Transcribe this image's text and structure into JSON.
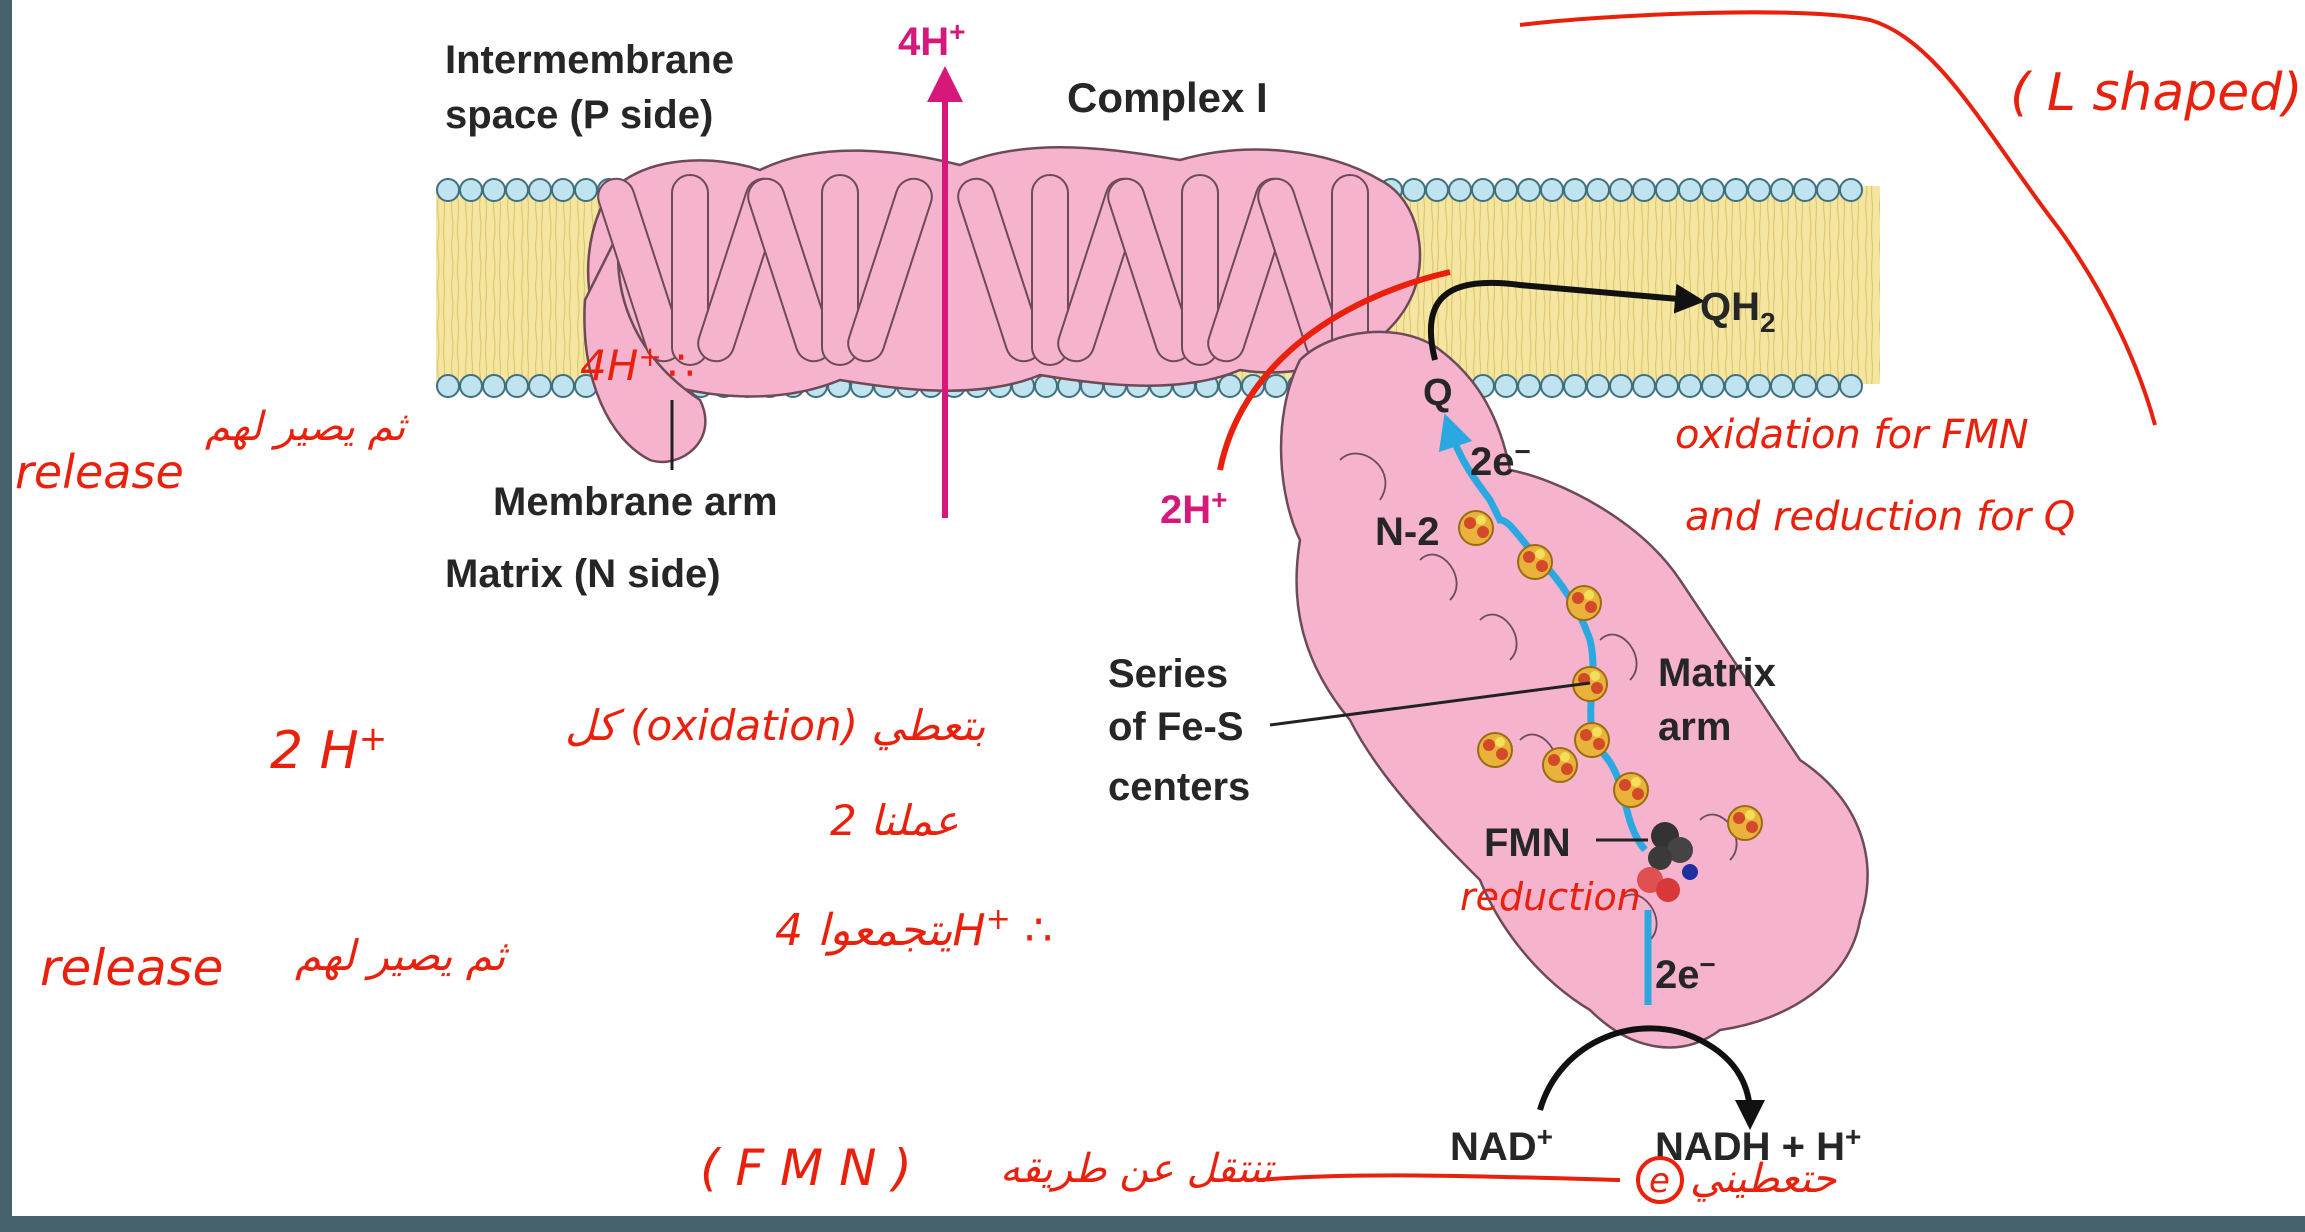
{
  "diagram": {
    "title": "Complex I",
    "intermembrane": "Intermembrane",
    "space": "space (P side)",
    "proton_top": "4H",
    "proton_top_sup": "+",
    "membrane_arm": "Membrane arm",
    "matrix_side": "Matrix (N side)",
    "q": "Q",
    "qh2": "QH",
    "qh2_sub": "2",
    "two_h": "2H",
    "two_h_sup": "+",
    "two_e_upper": "2e",
    "two_e_upper_sup": "−",
    "n2": "N-2",
    "series": "Series",
    "of_fes": "of Fe-S",
    "centers": "centers",
    "matrix": "Matrix",
    "arm": "arm",
    "fmn": "FMN",
    "two_e_lower": "2e",
    "two_e_lower_sup": "−",
    "nad": "NAD",
    "nad_sup": "+",
    "nadh": "NADH + H",
    "nadh_sup": "+"
  },
  "annotations": {
    "l_shaped": "( L shaped)",
    "release_top": "release",
    "arabic_top": "ثم يصير لهم",
    "four_h_top": "4H",
    "four_h_top_sup": "+",
    "therefore_top": "∴",
    "oxidation_fmn": "oxidation for FMN",
    "reduction_q": "and reduction for Q",
    "two_h_left": "2 H",
    "two_h_left_sup": "+",
    "arabic_oxidation": "كل (oxidation) بتعطي",
    "arabic_amalna": "عملنا 2",
    "release_bottom": "release",
    "arabic_bottom": "ثم يصير لهم",
    "four_h_bottom": "يتجمعوا 4H",
    "four_h_bottom_sup": "+",
    "therefore_bottom": "∴",
    "reduction": "reduction",
    "fmn_bracket": "( F M N )",
    "arabic_transfer": "تنتقل عن طريقه",
    "arabic_give": "حتعطيني",
    "e_circle": "e"
  },
  "colors": {
    "protein": "#f6b3cd",
    "protein_stroke": "#6d4a57",
    "membrane": "#f4e6a0",
    "headgroup": "#bfe3ef",
    "arrow_magenta": "#d6187a",
    "electron_path": "#29a9e0",
    "handwriting": "#e8200c",
    "frame": "#46626d"
  }
}
